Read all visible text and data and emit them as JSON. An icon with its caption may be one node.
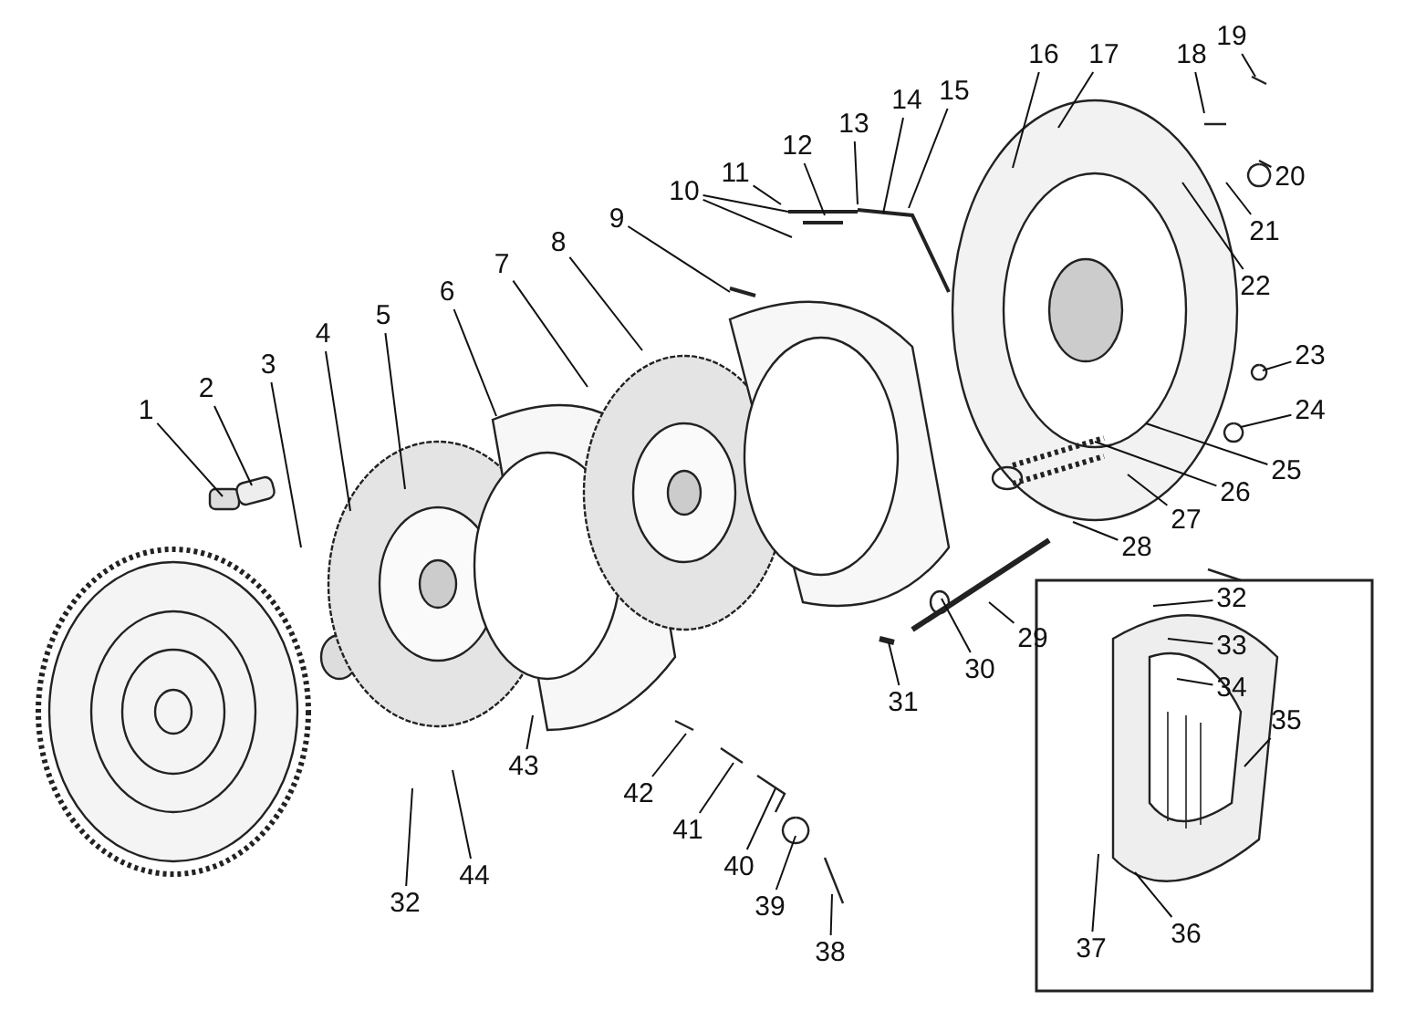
{
  "diagram": {
    "nodes": [
      {
        "text": [
          "1"
        ]
      },
      {
        "text": [
          "2"
        ]
      },
      {
        "text": [
          "3"
        ]
      },
      {
        "text": [
          "4"
        ]
      },
      {
        "text": [
          "5"
        ]
      },
      {
        "text": [
          "6"
        ]
      },
      {
        "text": [
          "7"
        ]
      },
      {
        "text": [
          "8"
        ]
      },
      {
        "text": [
          "9"
        ]
      },
      {
        "text": [
          "10"
        ]
      },
      {
        "text": [
          "11"
        ]
      },
      {
        "text": [
          "12"
        ]
      },
      {
        "text": [
          "13"
        ]
      },
      {
        "text": [
          "14"
        ]
      },
      {
        "text": [
          "15"
        ]
      },
      {
        "text": [
          "16"
        ]
      },
      {
        "text": [
          "17"
        ]
      },
      {
        "text": [
          "18"
        ]
      },
      {
        "text": [
          "19"
        ]
      },
      {
        "text": [
          "20"
        ]
      },
      {
        "text": [
          "21"
        ]
      },
      {
        "text": [
          "22"
        ]
      },
      {
        "text": [
          "23"
        ]
      },
      {
        "text": [
          "24"
        ]
      },
      {
        "text": [
          "25"
        ]
      },
      {
        "text": [
          "26"
        ]
      },
      {
        "text": [
          "27"
        ]
      },
      {
        "text": [
          "28"
        ]
      },
      {
        "text": [
          "29"
        ]
      },
      {
        "text": [
          "30"
        ]
      },
      {
        "text": [
          "31"
        ]
      },
      {
        "text": [
          "32"
        ]
      },
      {
        "text": [
          "33"
        ]
      },
      {
        "text": [
          "34"
        ]
      },
      {
        "text": [
          "35"
        ]
      },
      {
        "text": [
          "36"
        ]
      },
      {
        "text": [
          "37"
        ]
      },
      {
        "text": [
          "38"
        ]
      },
      {
        "text": [
          "39"
        ]
      },
      {
        "text": [
          "40"
        ]
      },
      {
        "text": [
          "41"
        ]
      },
      {
        "text": [
          "42"
        ]
      },
      {
        "text": [
          "43"
        ]
      },
      {
        "text": [
          "44"
        ]
      },
      {
        "text": [
          "32"
        ]
      }
    ],
    "edges": [
      {
        "from": 0,
        "to": null,
        "arrow": "none"
      },
      {
        "from": 1,
        "to": null,
        "arrow": "none"
      },
      {
        "from": 2,
        "to": null,
        "arrow": "none"
      },
      {
        "from": 3,
        "to": null,
        "arrow": "none"
      },
      {
        "from": 4,
        "to": null,
        "arrow": "none"
      },
      {
        "from": 5,
        "to": null,
        "arrow": "none"
      },
      {
        "from": 6,
        "to": null,
        "arrow": "none"
      },
      {
        "from": 7,
        "to": null,
        "arrow": "none"
      },
      {
        "from": 8,
        "to": null,
        "arrow": "none"
      },
      {
        "from": 9,
        "to": null,
        "arrow": "none"
      },
      {
        "from": 9,
        "to": null,
        "arrow": "none"
      },
      {
        "from": 10,
        "to": null,
        "arrow": "none"
      },
      {
        "from": 11,
        "to": null,
        "arrow": "none"
      },
      {
        "from": 12,
        "to": null,
        "arrow": "none"
      },
      {
        "from": 13,
        "to": null,
        "arrow": "none"
      },
      {
        "from": 14,
        "to": null,
        "arrow": "none"
      },
      {
        "from": 15,
        "to": null,
        "arrow": "none"
      },
      {
        "from": 16,
        "to": null,
        "arrow": "none"
      },
      {
        "from": 17,
        "to": null,
        "arrow": "none"
      },
      {
        "from": 18,
        "to": null,
        "arrow": "none"
      },
      {
        "from": 19,
        "to": null,
        "arrow": "none"
      },
      {
        "from": 20,
        "to": null,
        "arrow": "none"
      },
      {
        "from": 21,
        "to": null,
        "arrow": "none"
      },
      {
        "from": 22,
        "to": null,
        "arrow": "none"
      },
      {
        "from": 23,
        "to": null,
        "arrow": "none"
      },
      {
        "from": 24,
        "to": null,
        "arrow": "none"
      },
      {
        "from": 25,
        "to": null,
        "arrow": "none"
      },
      {
        "from": 26,
        "to": null,
        "arrow": "none"
      },
      {
        "from": 27,
        "to": null,
        "arrow": "none"
      },
      {
        "from": 28,
        "to": null,
        "arrow": "none"
      },
      {
        "from": 29,
        "to": null,
        "arrow": "none"
      },
      {
        "from": 30,
        "to": null,
        "arrow": "none"
      },
      {
        "from": 31,
        "to": null,
        "arrow": "none"
      },
      {
        "from": 32,
        "to": null,
        "arrow": "none"
      },
      {
        "from": 33,
        "to": null,
        "arrow": "none"
      },
      {
        "from": 34,
        "to": null,
        "arrow": "none"
      },
      {
        "from": 35,
        "to": null,
        "arrow": "none"
      },
      {
        "from": 36,
        "to": null,
        "arrow": "none"
      },
      {
        "from": 37,
        "to": null,
        "arrow": "none"
      },
      {
        "from": 38,
        "to": null,
        "arrow": "none"
      },
      {
        "from": 39,
        "to": null,
        "arrow": "none"
      },
      {
        "from": 40,
        "to": null,
        "arrow": "none"
      },
      {
        "from": 41,
        "to": null,
        "arrow": "none"
      },
      {
        "from": 42,
        "to": null,
        "arrow": "none"
      },
      {
        "from": 43,
        "to": null,
        "arrow": "none"
      },
      {
        "from": 44,
        "to": null,
        "arrow": "none"
      }
    ]
  }
}
